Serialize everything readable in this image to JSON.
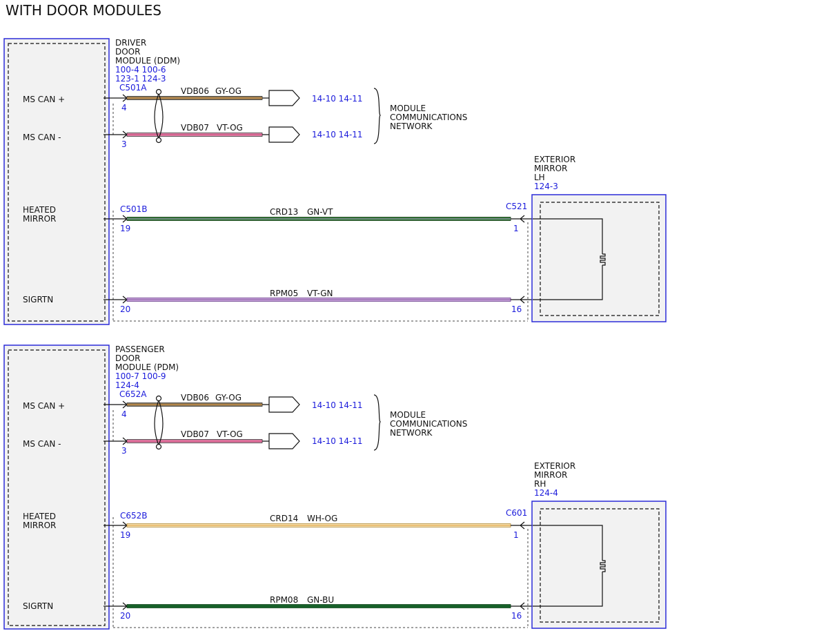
{
  "title": "WITH DOOR MODULES",
  "colors": {
    "border": "#2b2bd8",
    "link_text": "#1a1adb",
    "GY-OG": [
      "#8d7a5c",
      "#c98a3a"
    ],
    "VT-OG": [
      "#e58bb0",
      "#c94a7a"
    ],
    "GN-VT": [
      "#2e7d32",
      "#b48fd0"
    ],
    "VT-GN": [
      "#b48fd0",
      "#6a3f8a"
    ],
    "WH-OG": [
      "#f4e1b0",
      "#e09a3a"
    ],
    "GN-BU": [
      "#1b6b2f",
      "#0f4f1f"
    ]
  },
  "top": {
    "module": {
      "name_lines": [
        "DRIVER",
        "DOOR",
        "MODULE (DDM)"
      ],
      "refs": [
        "100-4 100-6",
        "123-1 124-3"
      ],
      "pins": [
        "MS CAN +",
        "MS CAN -",
        "HEATED",
        "MIRROR",
        "SIGRTN"
      ]
    },
    "conn_a": "C501A",
    "conn_b": "C501B",
    "wires": [
      {
        "pin": "4",
        "circuit": "VDB06",
        "color": "GY-OG",
        "refs": "14-10  14-11"
      },
      {
        "pin": "3",
        "circuit": "VDB07",
        "color": "VT-OG",
        "refs": "14-10  14-11"
      },
      {
        "pin": "19",
        "circuit": "CRD13",
        "color": "GN-VT",
        "far_pin": "1"
      },
      {
        "pin": "20",
        "circuit": "RPM05",
        "color": "VT-GN",
        "far_pin": "16"
      }
    ],
    "network": [
      "MODULE",
      "COMMUNICATIONS",
      "NETWORK"
    ],
    "mirror": {
      "name_lines": [
        "EXTERIOR",
        "MIRROR",
        "LH"
      ],
      "ref": "124-3",
      "connector": "C521"
    }
  },
  "bottom": {
    "module": {
      "name_lines": [
        "PASSENGER",
        "DOOR",
        "MODULE (PDM)"
      ],
      "refs": [
        "100-7 100-9",
        "124-4"
      ],
      "pins": [
        "MS CAN +",
        "MS CAN -",
        "HEATED",
        "MIRROR",
        "SIGRTN"
      ]
    },
    "conn_a": "C652A",
    "conn_b": "C652B",
    "wires": [
      {
        "pin": "4",
        "circuit": "VDB06",
        "color": "GY-OG",
        "refs": "14-10  14-11"
      },
      {
        "pin": "3",
        "circuit": "VDB07",
        "color": "VT-OG",
        "refs": "14-10  14-11"
      },
      {
        "pin": "19",
        "circuit": "CRD14",
        "color": "WH-OG",
        "far_pin": "1"
      },
      {
        "pin": "20",
        "circuit": "RPM08",
        "color": "GN-BU",
        "far_pin": "16"
      }
    ],
    "network": [
      "MODULE",
      "COMMUNICATIONS",
      "NETWORK"
    ],
    "mirror": {
      "name_lines": [
        "EXTERIOR",
        "MIRROR",
        "RH"
      ],
      "ref": "124-4",
      "connector": "C601"
    }
  }
}
